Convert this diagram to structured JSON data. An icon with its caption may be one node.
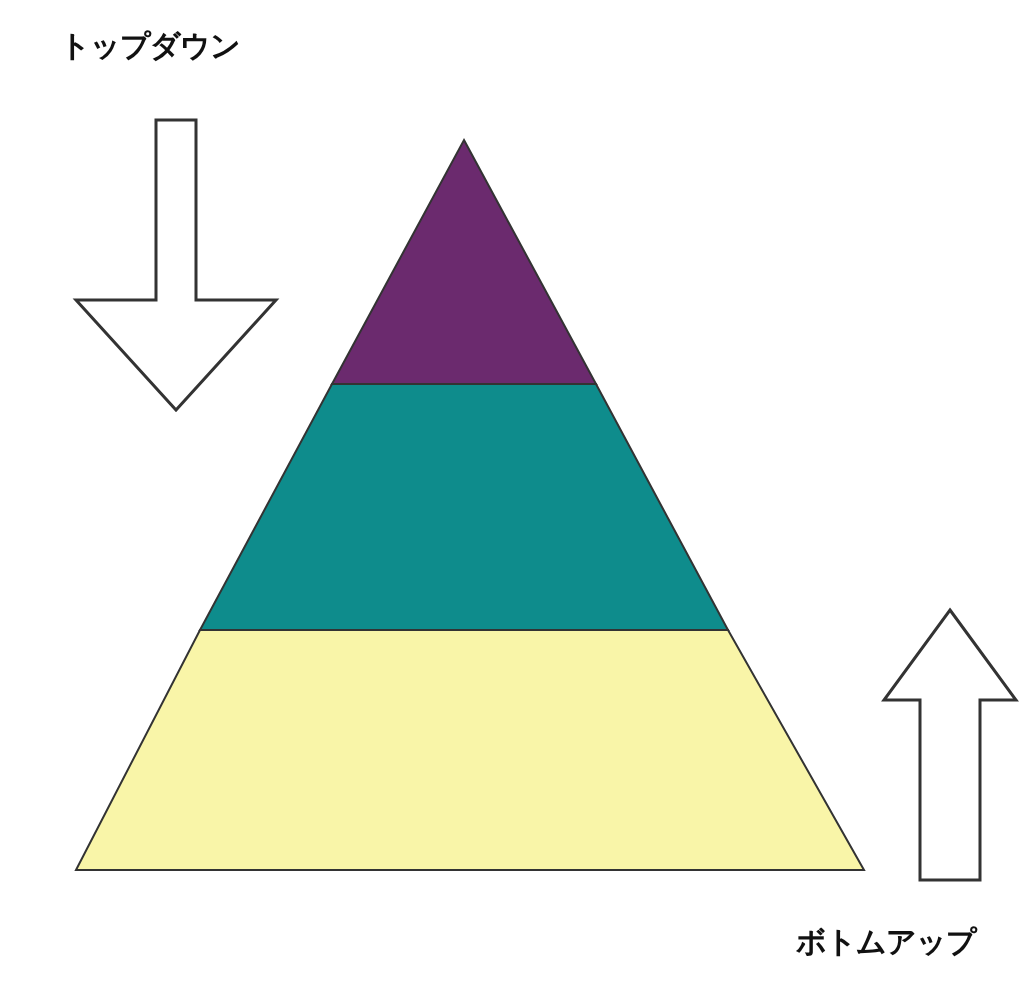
{
  "diagram": {
    "nodes": [
      {
        "text": [],
        "shape": "triangle"
      },
      {
        "text": [],
        "shape": "band"
      },
      {
        "text": [],
        "shape": "band"
      }
    ],
    "edges": [],
    "labels": [
      "トップダウン",
      "ボトムアップ"
    ]
  }
}
